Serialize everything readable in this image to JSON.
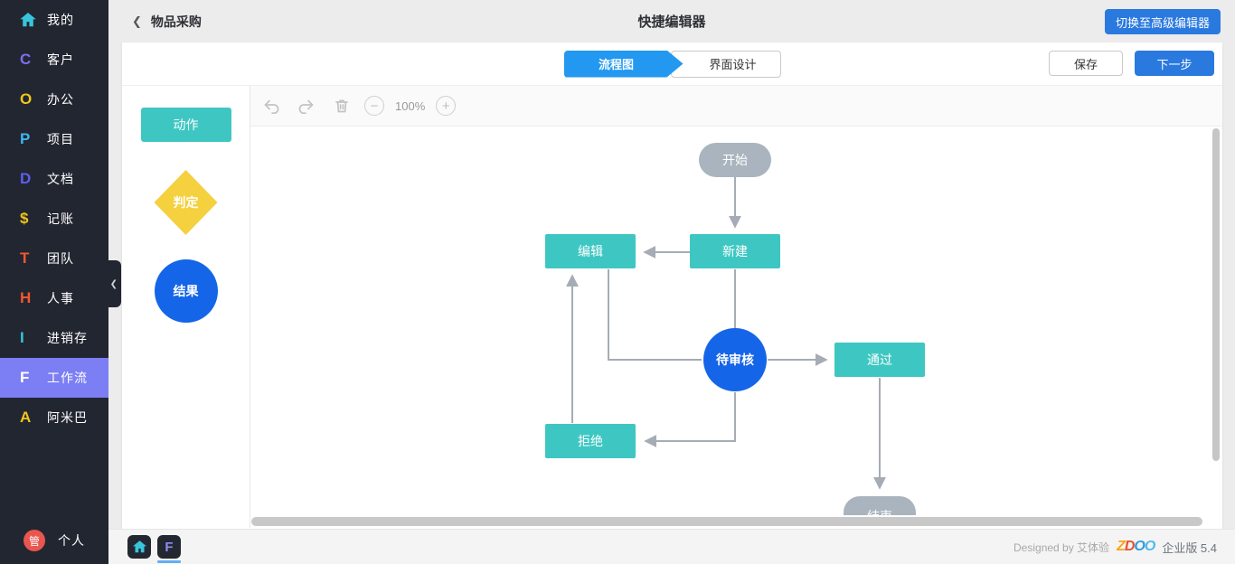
{
  "sidebar": {
    "items": [
      {
        "label": "我的",
        "icon": "home",
        "color": "#38C5DC"
      },
      {
        "label": "客户",
        "icon": "C",
        "color": "#7B6FF2"
      },
      {
        "label": "办公",
        "icon": "O",
        "color": "#F2C51B"
      },
      {
        "label": "项目",
        "icon": "P",
        "color": "#3FB6F0"
      },
      {
        "label": "文档",
        "icon": "D",
        "color": "#5B5FF0"
      },
      {
        "label": "记账",
        "icon": "$",
        "color": "#F2C51B"
      },
      {
        "label": "团队",
        "icon": "T",
        "color": "#F2582C"
      },
      {
        "label": "人事",
        "icon": "H",
        "color": "#F2582C"
      },
      {
        "label": "进销存",
        "icon": "I",
        "color": "#38C5DC"
      },
      {
        "label": "工作流",
        "icon": "F",
        "color": "#FFFFFF",
        "active": true
      },
      {
        "label": "阿米巴",
        "icon": "A",
        "color": "#F2C51B"
      }
    ],
    "collapse_icon": "❮",
    "user": {
      "avatar": "管",
      "label": "个人"
    }
  },
  "header": {
    "back_icon": "❮",
    "breadcrumb": "物品采购",
    "title": "快捷编辑器",
    "switch_button": "切换至高级编辑器"
  },
  "tabs": {
    "flow": "流程图",
    "ui": "界面设计"
  },
  "actions": {
    "save": "保存",
    "next": "下一步"
  },
  "palette": {
    "action": "动作",
    "decision": "判定",
    "result": "结果"
  },
  "canvas_toolbar": {
    "zoom_level": "100%",
    "zoom_out": "−",
    "zoom_in": "+"
  },
  "flowchart": {
    "nodes": {
      "start": {
        "label": "开始",
        "type": "pill"
      },
      "create": {
        "label": "新建",
        "type": "rect"
      },
      "edit": {
        "label": "编辑",
        "type": "rect"
      },
      "pending": {
        "label": "待审核",
        "type": "circle"
      },
      "pass": {
        "label": "通过",
        "type": "rect"
      },
      "reject": {
        "label": "拒绝",
        "type": "rect"
      },
      "end": {
        "label": "结束",
        "type": "pill"
      }
    },
    "edges": [
      {
        "from": "开始",
        "to": "新建"
      },
      {
        "from": "新建",
        "to": "编辑"
      },
      {
        "from": "编辑",
        "to": "待审核"
      },
      {
        "from": "新建",
        "to": "待审核"
      },
      {
        "from": "待审核",
        "to": "通过"
      },
      {
        "from": "待审核",
        "to": "拒绝"
      },
      {
        "from": "拒绝",
        "to": "编辑"
      },
      {
        "from": "通过",
        "to": "结束"
      }
    ]
  },
  "footer": {
    "designed_by": "Designed by 艾体验",
    "logo": {
      "l1": "Z",
      "l2": "D",
      "l3": "O",
      "l4": "O"
    },
    "edition": "企业版 5.4"
  },
  "colors": {
    "button_blue": "#2A79DF",
    "tab_blue": "#2298F0",
    "teal": "#3EC7C2",
    "yellow": "#F5D03F",
    "node_blue": "#1565E8",
    "node_gray": "#AAB4BE",
    "edge_gray": "#A6ACB5",
    "sidebar_bg": "#222631",
    "sidebar_active": "#7C7EF4"
  }
}
